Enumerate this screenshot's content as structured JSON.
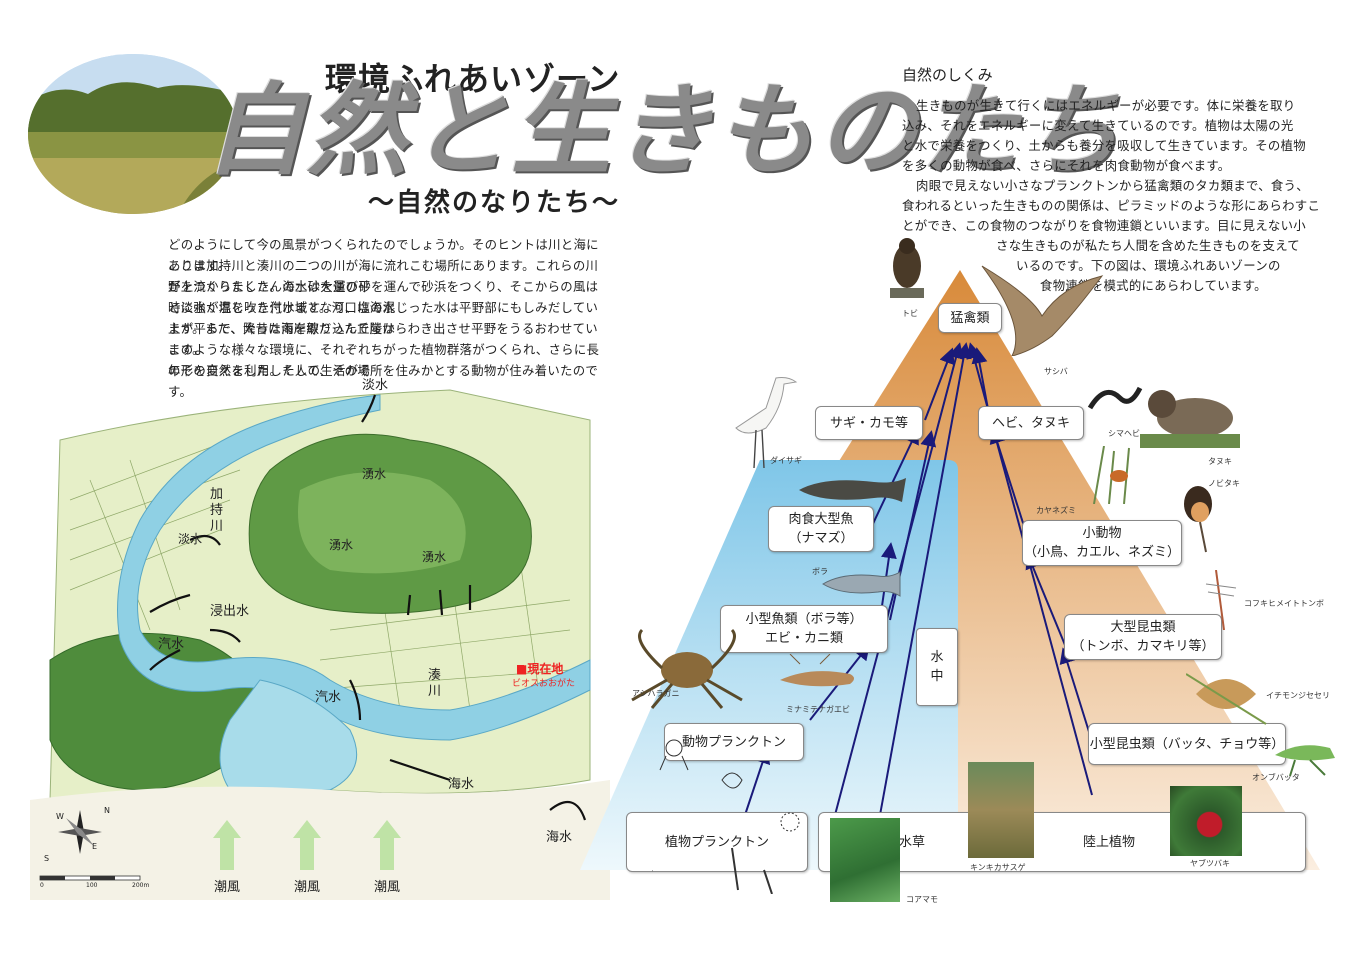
{
  "header": {
    "subtitle": "環境ふれあいゾーン",
    "title": "自然と生きものたち",
    "tagline": "〜自然のなりたち〜"
  },
  "intro": {
    "lines": [
      "どのようにして今の風景がつくられたのでしょうか。そのヒントは川と海にあります。",
      "ここは加持川と湊川の二つの川が海に流れこむ場所にあります。これらの川が上流からたくさんの土砂を運び平",
      "野をつくりました。海水は大量の砂を運んで砂浜をつくり、そこからの風は時に強く塩を吹き付けます。河口は海水",
      "と淡水が混じった汽水域となり、塩の混じった水は平野部にもしみだしています。また、大昔は海岸線だった丘陵は",
      "上が平らで、降った雨を取り込んで崖からわき出させ平野をうるおわせています。",
      "このような様々な環境に、それぞれちがった植物群落がつくられ、さらに長年その自然を利用した人の生活がそ",
      "の形を変えました。そして、その場所を住みかとする動物が住み着いたのです。"
    ]
  },
  "map": {
    "labels": {
      "tansui_top": "淡水",
      "tansui_left": "淡水",
      "yusui1": "湧水",
      "yusui2": "湧水",
      "yusui3": "湧水",
      "shinshutsu": "浸出水",
      "kisui_left": "汽水",
      "kisui_center": "汽水",
      "kaisui1": "海水",
      "kaisui2": "海水",
      "river_kamochi": "加持川",
      "river_minato": "湊川",
      "genzaichi": "■現在地",
      "genzaichi_sub": "ビオスおおがた",
      "wind1": "潮風",
      "wind2": "潮風",
      "wind3": "潮風",
      "compass_n": "N",
      "compass_s": "S",
      "compass_e": "E",
      "compass_w": "W",
      "scale_0": "0",
      "scale_100": "100",
      "scale_200": "200m"
    }
  },
  "system": {
    "title": "自然のしくみ",
    "lines": [
      "生きものが生きて行くにはエネルギーが必要です。体に栄養を取り",
      "込み、それをエネルギーに変えて生きているのです。植物は太陽の光",
      "と水で栄養をつくり、土からも養分を吸収して生きています。その植物",
      "を多くの動物が食べ、さらにそれを肉食動物が食べます。",
      "肉眼で見えない小さなプランクトンから猛禽類のタカ類まで、食う、",
      "食われるといった生きものの関係は、ピラミッドのような形にあらわすこ",
      "とができ、この食物のつながりを食物連鎖といいます。目に見えない小",
      "さな生きものが私たち人間を含めた生きものを支えて",
      "いるのです。下の図は、環境ふれあいゾーンの",
      "食物連鎖を模式的にあらわしています。"
    ]
  },
  "chain": {
    "raptor": "猛禽類",
    "heron": "サギ・カモ等",
    "snake": "ヘビ、タヌキ",
    "bigfish": "肉食大型魚\n（ナマズ）",
    "smallanimal": "小動物\n（小鳥、カエル、ネズミ）",
    "smallfish": "小型魚類（ボラ等）\nエビ・カニ類",
    "biginsect": "大型昆虫類\n（トンボ、カマキリ等）",
    "zooplankton": "動物プランクトン",
    "smallinsect": "小型昆虫類（バッタ、チョウ等）",
    "phytoplankton": "植物プランクトン",
    "waterplant": "水草",
    "landplant": "陸上植物",
    "underwater": "水\n中"
  },
  "species": {
    "tobi": "トビ",
    "sashiba": "サシバ",
    "daisagi": "ダイサギ",
    "shimahebi": "シマヘビ",
    "tanuki": "タヌキ",
    "kayanezumi": "カヤネズミ",
    "nobitaki": "ノビタキ",
    "bora": "ボラ",
    "kofukihime": "コフキヒメイトトンボ",
    "ashiharagani": "アシハラガニ",
    "minamitenaga": "ミナミテナガエビ",
    "ichimonji": "イチモンジセセリ",
    "onbubatta": "オンブバッタ",
    "kinkikasasuge": "キンキカサスゲ",
    "yabutsubaki": "ヤブツバキ",
    "koamamo": "コアマモ"
  },
  "colors": {
    "pyramid_top": "#d88a3a",
    "pyramid_bottom": "#fbeee0",
    "water_top": "#7fc6e8",
    "water_bottom": "#eef8fc",
    "arrow": "#1a1a7a",
    "map_sea": "#8fd0e4",
    "map_green": "#5f9a45"
  }
}
